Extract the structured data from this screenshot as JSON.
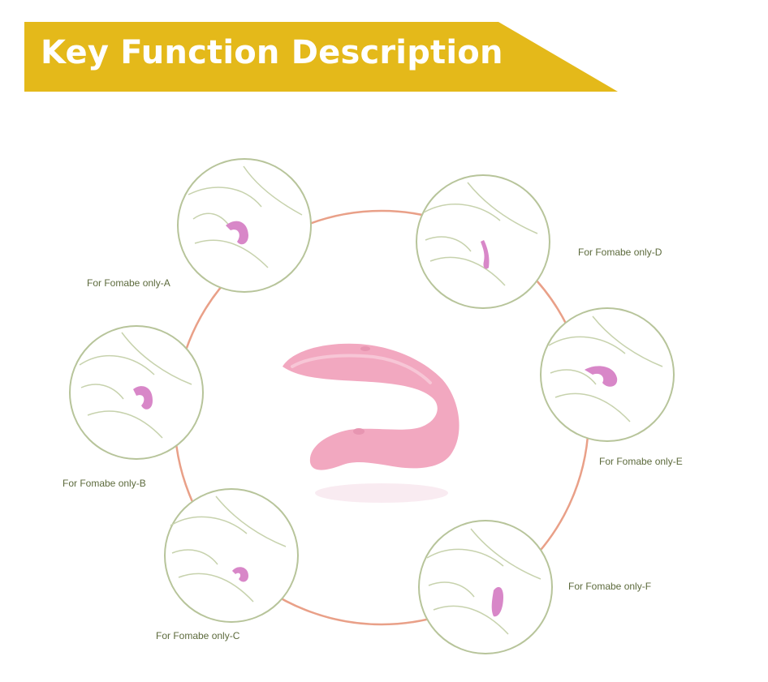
{
  "header": {
    "title": "Key Function Description",
    "accent_color": "#e4b91a"
  },
  "diagram": {
    "ring_color": "#e9a088",
    "line_color": "#b7c49a",
    "product_color": "#f2a8c0",
    "labels": [
      {
        "id": "a",
        "text": "For Fomabe only-A"
      },
      {
        "id": "b",
        "text": "For Fomabe only-B"
      },
      {
        "id": "c",
        "text": "For Fomabe only-C"
      },
      {
        "id": "d",
        "text": "For Fomabe only-D"
      },
      {
        "id": "e",
        "text": "For Fomabe only-E"
      },
      {
        "id": "f",
        "text": "For Fomabe only-F"
      }
    ]
  }
}
